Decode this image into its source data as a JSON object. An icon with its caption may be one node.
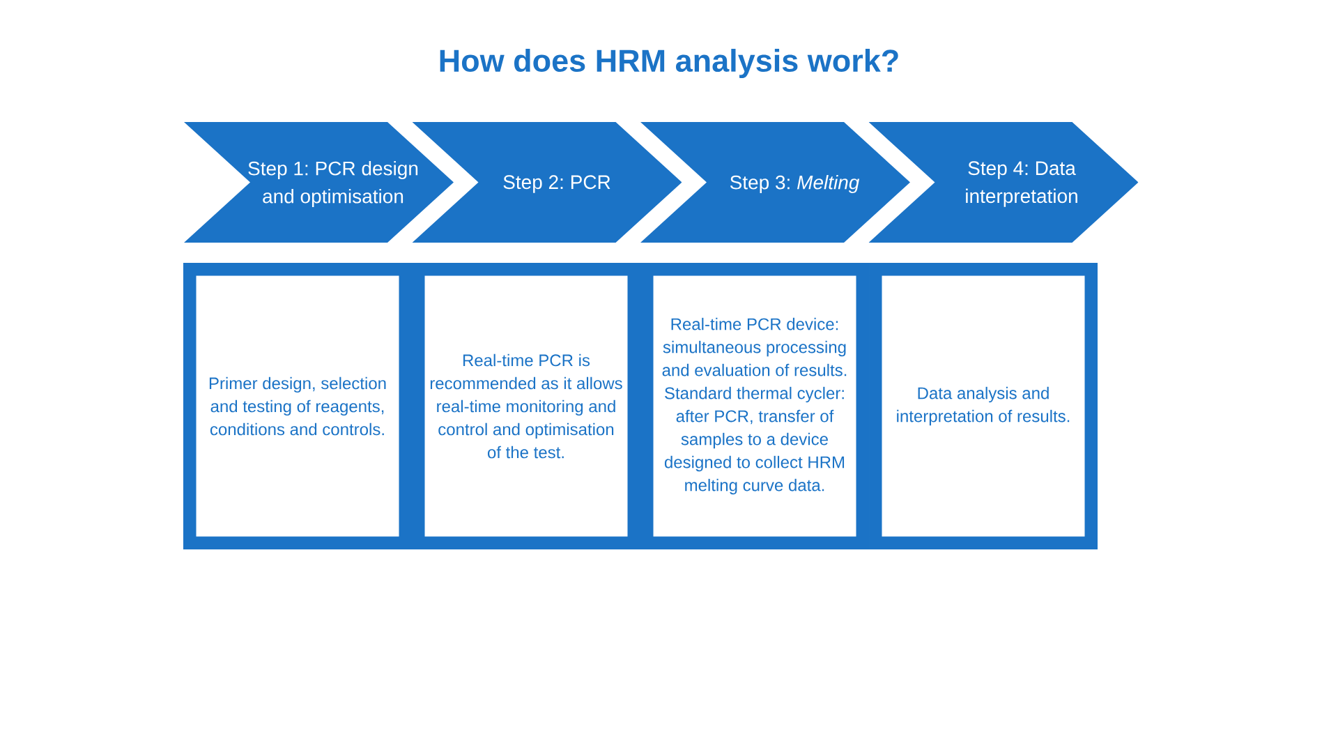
{
  "diagram": {
    "title": "How does HRM analysis work?",
    "nodes": [
      {
        "text": [
          "Step 1: PCR design and optimisation"
        ]
      },
      {
        "text": [
          "Step 2: PCR"
        ]
      },
      {
        "text": [
          "Step 3: *Melting*"
        ]
      },
      {
        "text": [
          "Step 4: Data interpretation"
        ]
      },
      {
        "text": [
          "Primer design, selection and testing of reagents, conditions and controls."
        ]
      },
      {
        "text": [
          "Real-time PCR is recommended as it allows real-time monitoring and control and optimisation of the test."
        ]
      },
      {
        "text": [
          "Real-time PCR device: simultaneous processing and evaluation of results. Standard thermal cycler: after PCR, transfer of samples to a device designed to collect HRM melting curve data."
        ]
      },
      {
        "text": [
          "Data analysis and interpretation of results."
        ]
      }
    ]
  }
}
